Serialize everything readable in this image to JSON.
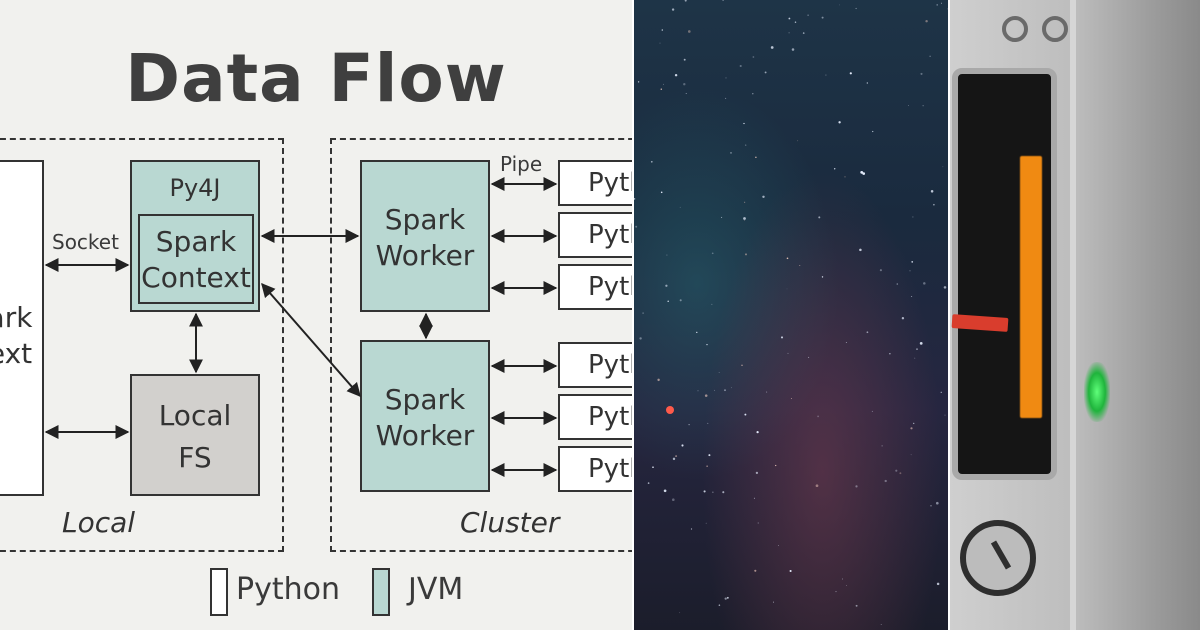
{
  "diagram": {
    "title": "Data Flow",
    "regions": {
      "local": "Local",
      "cluster": "Cluster"
    },
    "driver_label_line1": "ark",
    "driver_label_line2": "ext",
    "py4j_label": "Py4J",
    "spark_context_line1": "Spark",
    "spark_context_line2": "Context",
    "local_fs_line1": "Local",
    "local_fs_line2": "FS",
    "socket_label": "Socket",
    "pipe_label": "Pipe",
    "worker_line1": "Spark",
    "worker_line2": "Worker",
    "python_worker_label": "Pyth",
    "legend": {
      "python": "Python",
      "jvm": "JVM"
    },
    "colors": {
      "jvm": "#b9d8d2",
      "python": "#ffffff",
      "local_fs": "#d2d0cd"
    }
  },
  "panels": {
    "space": {
      "icon": "starfield-image"
    },
    "device": {
      "icon": "audio-plugin-photo",
      "colors": {
        "meter": "#f08a12",
        "led": "#3ddc5a",
        "needle": "#d93d2d"
      }
    }
  }
}
